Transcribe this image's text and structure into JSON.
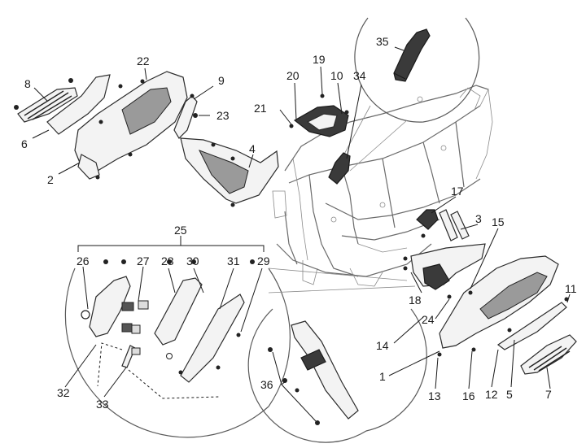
{
  "diagram": {
    "labels": [
      {
        "id": "l8",
        "text": "8"
      },
      {
        "id": "l6",
        "text": "6"
      },
      {
        "id": "l2",
        "text": "2"
      },
      {
        "id": "l22",
        "text": "22"
      },
      {
        "id": "l9",
        "text": "9"
      },
      {
        "id": "l23",
        "text": "23"
      },
      {
        "id": "l4",
        "text": "4"
      },
      {
        "id": "l20",
        "text": "20"
      },
      {
        "id": "l19",
        "text": "19"
      },
      {
        "id": "l10",
        "text": "10"
      },
      {
        "id": "l34",
        "text": "34"
      },
      {
        "id": "l21",
        "text": "21"
      },
      {
        "id": "l35",
        "text": "35"
      },
      {
        "id": "l17",
        "text": "17"
      },
      {
        "id": "l3",
        "text": "3"
      },
      {
        "id": "l15",
        "text": "15"
      },
      {
        "id": "l25",
        "text": "25"
      },
      {
        "id": "l26",
        "text": "26"
      },
      {
        "id": "l27",
        "text": "27"
      },
      {
        "id": "l28",
        "text": "28"
      },
      {
        "id": "l30",
        "text": "30"
      },
      {
        "id": "l31",
        "text": "31"
      },
      {
        "id": "l29",
        "text": "29"
      },
      {
        "id": "l18",
        "text": "18"
      },
      {
        "id": "l24",
        "text": "24"
      },
      {
        "id": "l11",
        "text": "11"
      },
      {
        "id": "l14",
        "text": "14"
      },
      {
        "id": "l1",
        "text": "1"
      },
      {
        "id": "l32",
        "text": "32"
      },
      {
        "id": "l33",
        "text": "33"
      },
      {
        "id": "l36",
        "text": "36"
      },
      {
        "id": "l13",
        "text": "13"
      },
      {
        "id": "l16",
        "text": "16"
      },
      {
        "id": "l12",
        "text": "12"
      },
      {
        "id": "l5",
        "text": "5"
      },
      {
        "id": "l7",
        "text": "7"
      }
    ]
  }
}
